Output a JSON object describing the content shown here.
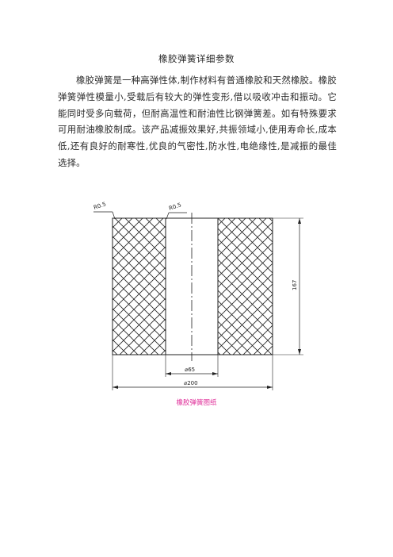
{
  "document": {
    "title": "橡胶弹簧详细参数",
    "paragraph": "橡胶弹簧是一种高弹性体,制作材料有普通橡胶和天然橡胶。橡胶弹簧弹性模量小,受载后有较大的弹性变形,借以吸收冲击和振动。它能同时受多向载荷，但耐高温性和耐油性比钢弹簧差。如有特殊要求可用耐油橡胶制成。该产品减振效果好,共振领域小,使用寿命长,成本低,还有良好的耐寒性,优良的气密性,防水性,电绝缘性,是减振的最佳选择。",
    "figure_caption": "橡胶弹簧图纸"
  },
  "drawing": {
    "labels": {
      "radius_left": "R0.5",
      "radius_right": "R0.5",
      "height": "167",
      "inner_diameter": "⌀65",
      "outer_diameter": "⌀200"
    },
    "colors": {
      "caption": "#e0309a",
      "lines": "#222222"
    }
  }
}
